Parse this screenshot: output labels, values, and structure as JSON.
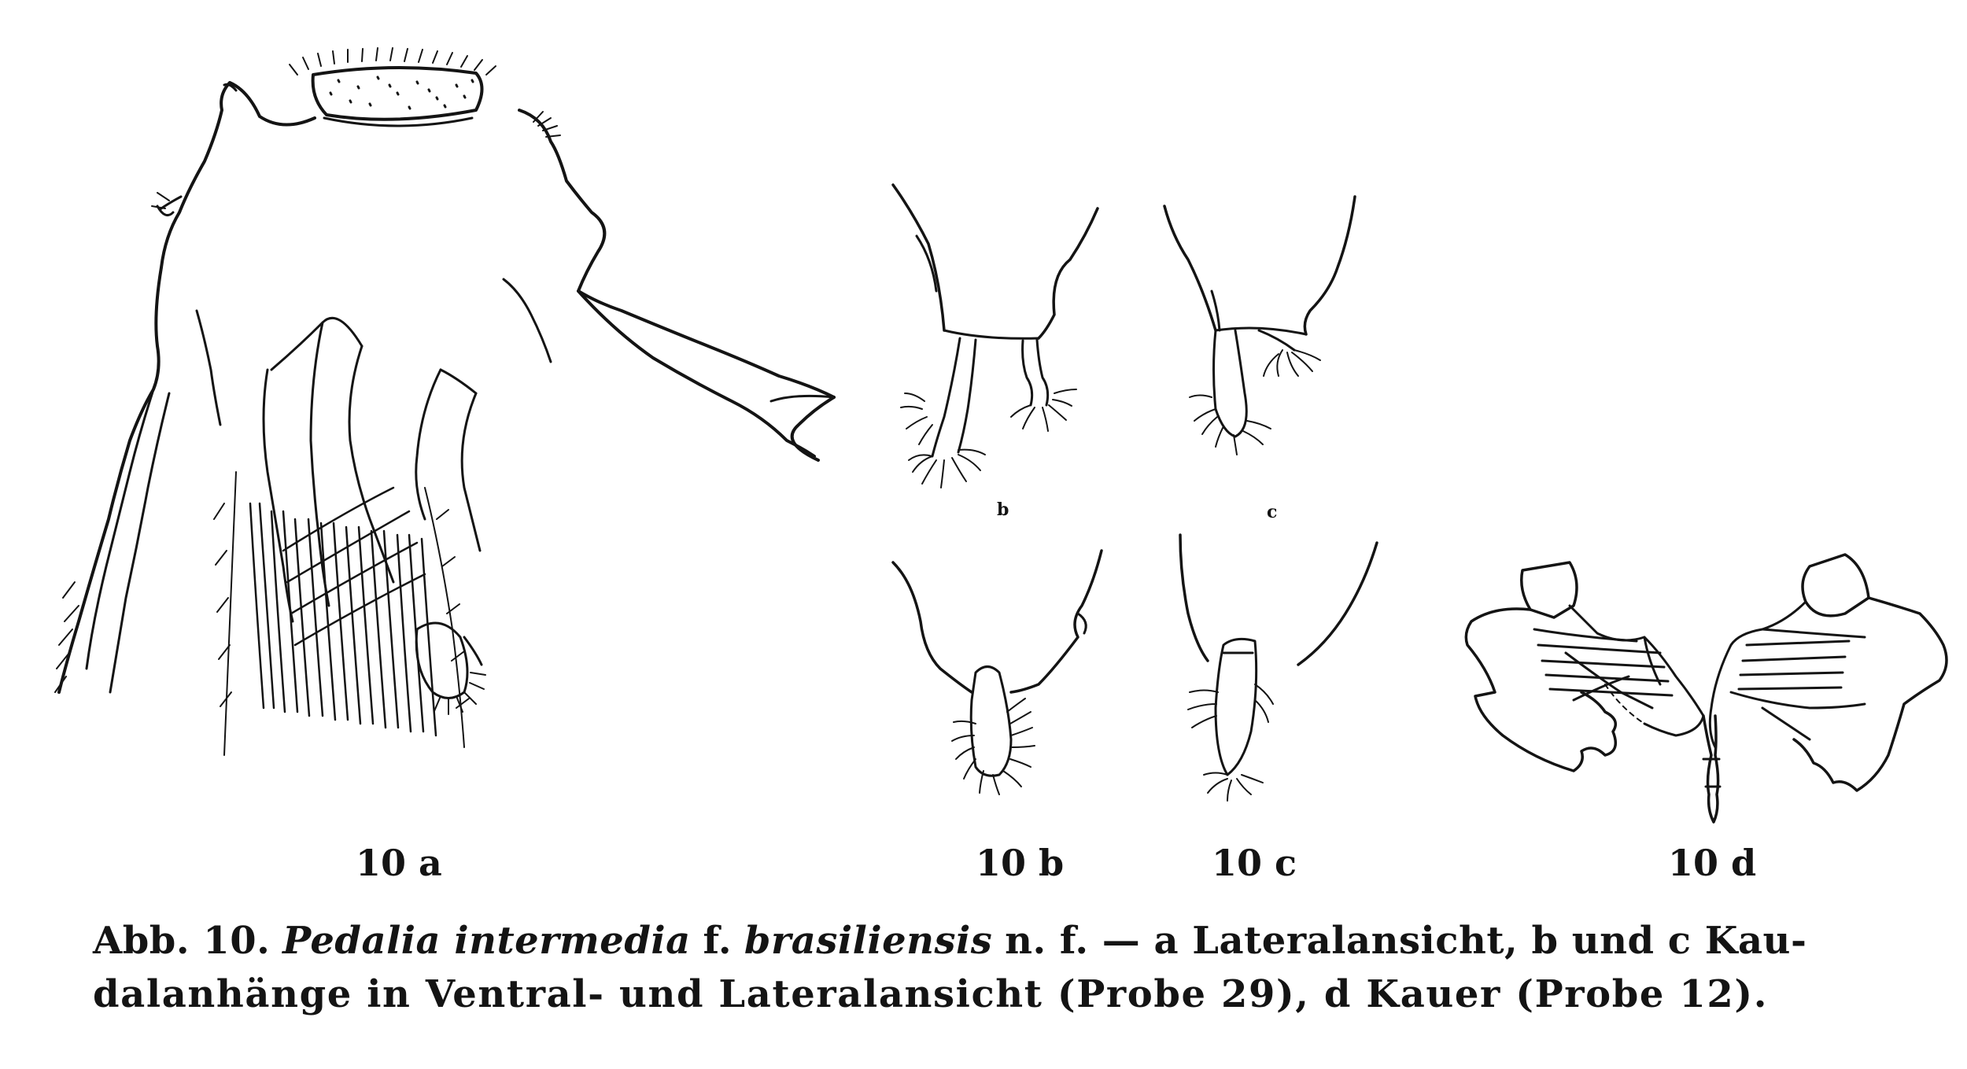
{
  "figure": {
    "panels": [
      {
        "id": "10a",
        "label": "10 a",
        "view": "Lateralansicht"
      },
      {
        "id": "10b",
        "label": "10 b",
        "sub_label": "b",
        "view": "Kaudalanhänge in Ventralansicht"
      },
      {
        "id": "10c",
        "label": "10 c",
        "sub_label": "c",
        "view": "Kaudalanhänge in Lateralansicht"
      },
      {
        "id": "10d",
        "label": "10 d",
        "view": "Kauer"
      }
    ]
  },
  "caption": {
    "prefix": "Abb. 10.",
    "genus_species": "Pedalia intermedia",
    "forma_abbr": "f.",
    "forma_name": "brasiliensis",
    "line1_rest": "n. f. — a Lateralansicht, b und c Kau-",
    "line2": "dalanhänge in Ventral- und Lateralansicht (Probe 29), d Kauer (Probe 12)."
  }
}
